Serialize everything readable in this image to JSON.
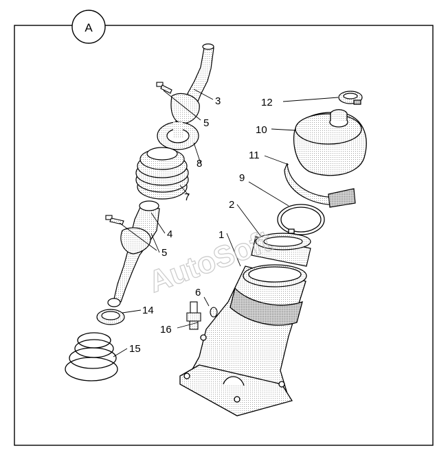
{
  "diagram": {
    "section_badge": "A",
    "watermark": "AutoSoft",
    "callouts": {
      "c1": "1",
      "c2": "2",
      "c3": "3",
      "c4": "4",
      "c5a": "5",
      "c5b": "5",
      "c6": "6",
      "c7": "7",
      "c8": "8",
      "c9": "9",
      "c10": "10",
      "c11": "11",
      "c12": "12",
      "c14": "14",
      "c15": "15",
      "c16": "16"
    }
  }
}
